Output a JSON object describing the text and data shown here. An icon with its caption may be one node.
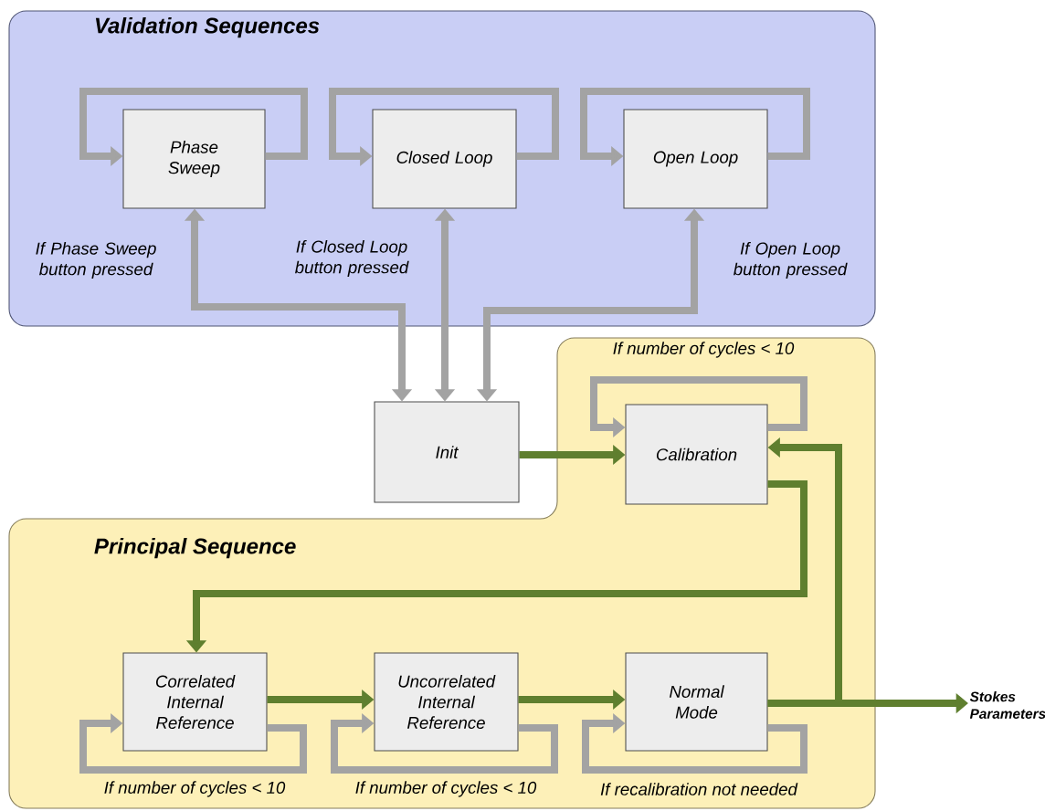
{
  "diagram": {
    "nodes": [
      {
        "text": [
          "Validation Sequences"
        ]
      },
      {
        "text": [
          "Phase Sweep"
        ],
        "in": 0
      },
      {
        "text": [
          "Closed Loop"
        ],
        "in": 0
      },
      {
        "text": [
          "Open Loop"
        ],
        "in": 0
      },
      {
        "text": [
          "Init"
        ]
      },
      {
        "text": [
          "Principal Sequence"
        ]
      },
      {
        "text": [
          "Calibration"
        ],
        "in": 5
      },
      {
        "text": [
          "Correlated Internal Reference"
        ],
        "in": 5
      },
      {
        "text": [
          "Uncorrelated Internal Reference"
        ],
        "in": 5
      },
      {
        "text": [
          "Normal Mode"
        ],
        "in": 5
      },
      {
        "text": [
          "Stokes Parameters"
        ]
      }
    ],
    "edges": [
      {
        "from": 1,
        "to": 1,
        "arrow": "to"
      },
      {
        "from": 2,
        "to": 2,
        "arrow": "to"
      },
      {
        "from": 3,
        "to": 3,
        "arrow": "to"
      },
      {
        "from": 4,
        "to": 1,
        "arrow": "both",
        "label": "If Phase Sweep button pressed"
      },
      {
        "from": 4,
        "to": 2,
        "arrow": "both",
        "label": "If Closed Loop button pressed"
      },
      {
        "from": 4,
        "to": 3,
        "arrow": "both",
        "label": "If Open Loop button pressed"
      },
      {
        "from": 6,
        "to": 6,
        "arrow": "to",
        "label": "If number of cycles < 10"
      },
      {
        "from": 4,
        "to": 6,
        "arrow": "to",
        "color": "#5f7f2f"
      },
      {
        "from": 6,
        "to": 7,
        "arrow": "to",
        "color": "#5f7f2f"
      },
      {
        "from": 7,
        "to": 7,
        "arrow": "to",
        "label": "If number of cycles < 10"
      },
      {
        "from": 7,
        "to": 8,
        "arrow": "to",
        "color": "#5f7f2f"
      },
      {
        "from": 8,
        "to": 8,
        "arrow": "to",
        "label": "If number of cycles < 10"
      },
      {
        "from": 8,
        "to": 9,
        "arrow": "to",
        "color": "#5f7f2f"
      },
      {
        "from": 9,
        "to": 9,
        "arrow": "to",
        "label": "If recalibration not needed"
      },
      {
        "from": 9,
        "to": 6,
        "arrow": "to",
        "color": "#5f7f2f"
      },
      {
        "from": 9,
        "to": 10,
        "arrow": "to",
        "color": "#5f7f2f"
      }
    ]
  }
}
